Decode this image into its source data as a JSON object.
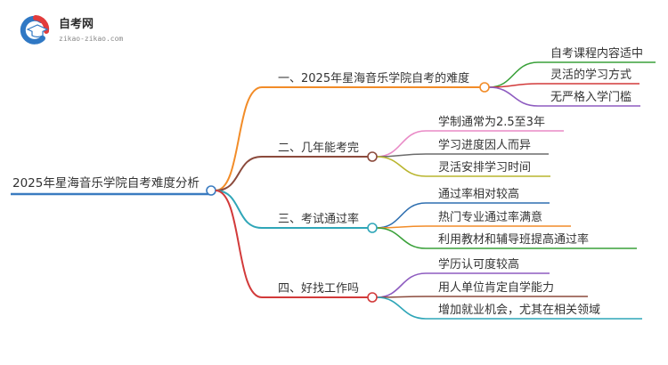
{
  "logo": {
    "title": "自考网",
    "url": "zikao-zikao.com",
    "colors": {
      "blue": "#2f78c4",
      "red": "#e23c3c",
      "mortarboard": "#ffffff"
    }
  },
  "root": {
    "label": "2025年星海音乐学院自考难度分析",
    "color": "#3a7bc0"
  },
  "branches": [
    {
      "label": "一、2025年星海音乐学院自考的难度",
      "color": "#f28c28",
      "children": [
        {
          "label": "自考课程内容适中",
          "color": "#3aa13a"
        },
        {
          "label": "灵活的学习方式",
          "color": "#d23a3a"
        },
        {
          "label": "无严格入学门槛",
          "color": "#8e5cc0"
        }
      ]
    },
    {
      "label": "二、几年能考完",
      "color": "#8b4a3c",
      "children": [
        {
          "label": "学制通常为2.5至3年",
          "color": "#e98ac6"
        },
        {
          "label": "学习进度因人而异",
          "color": "#6b6b6b"
        },
        {
          "label": "灵活安排学习时间",
          "color": "#b9b52e"
        }
      ]
    },
    {
      "label": "三、考试通过率",
      "color": "#2fa6b8",
      "children": [
        {
          "label": "通过率相对较高",
          "color": "#2f6fb0"
        },
        {
          "label": "热门专业通过率满意",
          "color": "#f28c28"
        },
        {
          "label": "利用教材和辅导班提高通过率",
          "color": "#3aa13a"
        }
      ]
    },
    {
      "label": "四、好找工作吗",
      "color": "#d23a3a",
      "children": [
        {
          "label": "学历认可度较高",
          "color": "#8e5cc0"
        },
        {
          "label": "用人单位肯定自学能力",
          "color": "#8b4a3c"
        },
        {
          "label": "增加就业机会，尤其在相关领域",
          "color": "#2fa6b8"
        }
      ]
    }
  ]
}
